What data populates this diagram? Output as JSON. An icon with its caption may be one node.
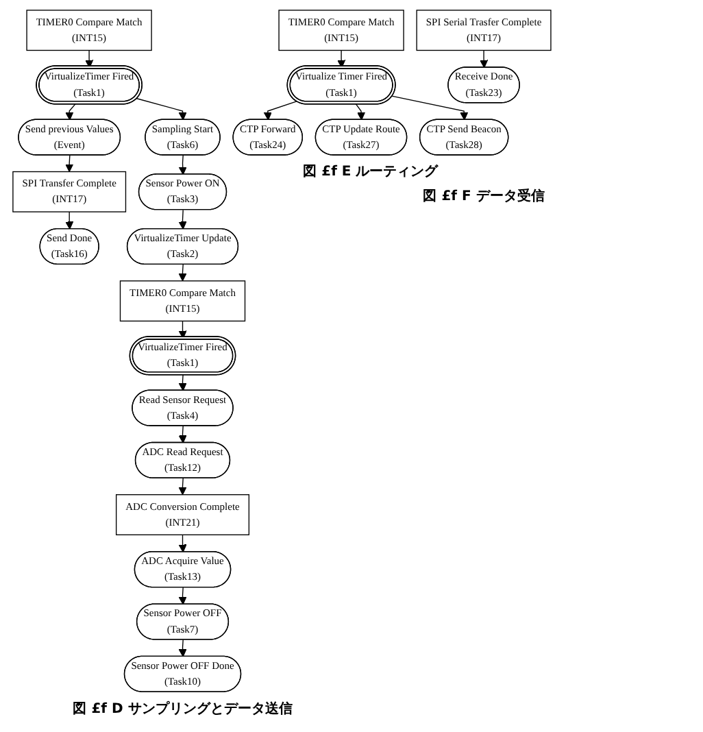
{
  "diagram": {
    "nodes": [
      {
        "text": [
          "TIMER0 Compare Match",
          "(INT15)"
        ]
      },
      {
        "text": [
          "VirtualizeTimer Fired",
          "(Task1)"
        ]
      },
      {
        "text": [
          "Send previous Values",
          "(Event)"
        ]
      },
      {
        "text": [
          "SPI Transfer Complete",
          "(INT17)"
        ]
      },
      {
        "text": [
          "Send Done",
          "(Task16)"
        ]
      },
      {
        "text": [
          "Sampling Start",
          "(Task6)"
        ]
      },
      {
        "text": [
          "Sensor Power ON",
          "(Task3)"
        ]
      },
      {
        "text": [
          "VirtualizeTimer Update",
          "(Task2)"
        ]
      },
      {
        "text": [
          "TIMER0 Compare Match",
          "(INT15)"
        ]
      },
      {
        "text": [
          "VirtualizeTimer Fired",
          "(Task1)"
        ]
      },
      {
        "text": [
          "Read Sensor Request",
          "(Task4)"
        ]
      },
      {
        "text": [
          "ADC Read Request",
          "(Task12)"
        ]
      },
      {
        "text": [
          "ADC Conversion Complete",
          "(INT21)"
        ]
      },
      {
        "text": [
          "ADC Acquire Value",
          "(Task13)"
        ]
      },
      {
        "text": [
          "Sensor Power OFF",
          "(Task7)"
        ]
      },
      {
        "text": [
          "Sensor Power OFF Done",
          "(Task10)"
        ]
      },
      {
        "text": [
          "TIMER0 Compare Match",
          "(INT15)"
        ]
      },
      {
        "text": [
          "Virtualize Timer Fired",
          "(Task1)"
        ]
      },
      {
        "text": [
          "CTP Forward",
          "(Task24)"
        ]
      },
      {
        "text": [
          "CTP Update Route",
          "(Task27)"
        ]
      },
      {
        "text": [
          "CTP Send Beacon",
          "(Task28)"
        ]
      },
      {
        "text": [
          "SPI Serial Trasfer Complete",
          "(INT17)"
        ]
      },
      {
        "text": [
          "Receive Done",
          "(Task23)"
        ]
      }
    ],
    "edges": [
      {
        "from": 0,
        "to": 1,
        "arrow": "to"
      },
      {
        "from": 1,
        "to": 2,
        "arrow": "to"
      },
      {
        "from": 2,
        "to": 3,
        "arrow": "to"
      },
      {
        "from": 3,
        "to": 4,
        "arrow": "to"
      },
      {
        "from": 1,
        "to": 5,
        "arrow": "to"
      },
      {
        "from": 5,
        "to": 6,
        "arrow": "to"
      },
      {
        "from": 6,
        "to": 7,
        "arrow": "to"
      },
      {
        "from": 7,
        "to": 8,
        "arrow": "to"
      },
      {
        "from": 8,
        "to": 9,
        "arrow": "to"
      },
      {
        "from": 9,
        "to": 10,
        "arrow": "to"
      },
      {
        "from": 10,
        "to": 11,
        "arrow": "to"
      },
      {
        "from": 11,
        "to": 12,
        "arrow": "to"
      },
      {
        "from": 12,
        "to": 13,
        "arrow": "to"
      },
      {
        "from": 13,
        "to": 14,
        "arrow": "to"
      },
      {
        "from": 14,
        "to": 15,
        "arrow": "to"
      },
      {
        "from": 16,
        "to": 17,
        "arrow": "to"
      },
      {
        "from": 17,
        "to": 18,
        "arrow": "to"
      },
      {
        "from": 17,
        "to": 19,
        "arrow": "to"
      },
      {
        "from": 17,
        "to": 20,
        "arrow": "to"
      },
      {
        "from": 21,
        "to": 22,
        "arrow": "to"
      }
    ],
    "labels": [
      "図 £f D サンプリングとデータ送信",
      "図 £f E ルーティング",
      "図 £f F データ受信"
    ]
  }
}
